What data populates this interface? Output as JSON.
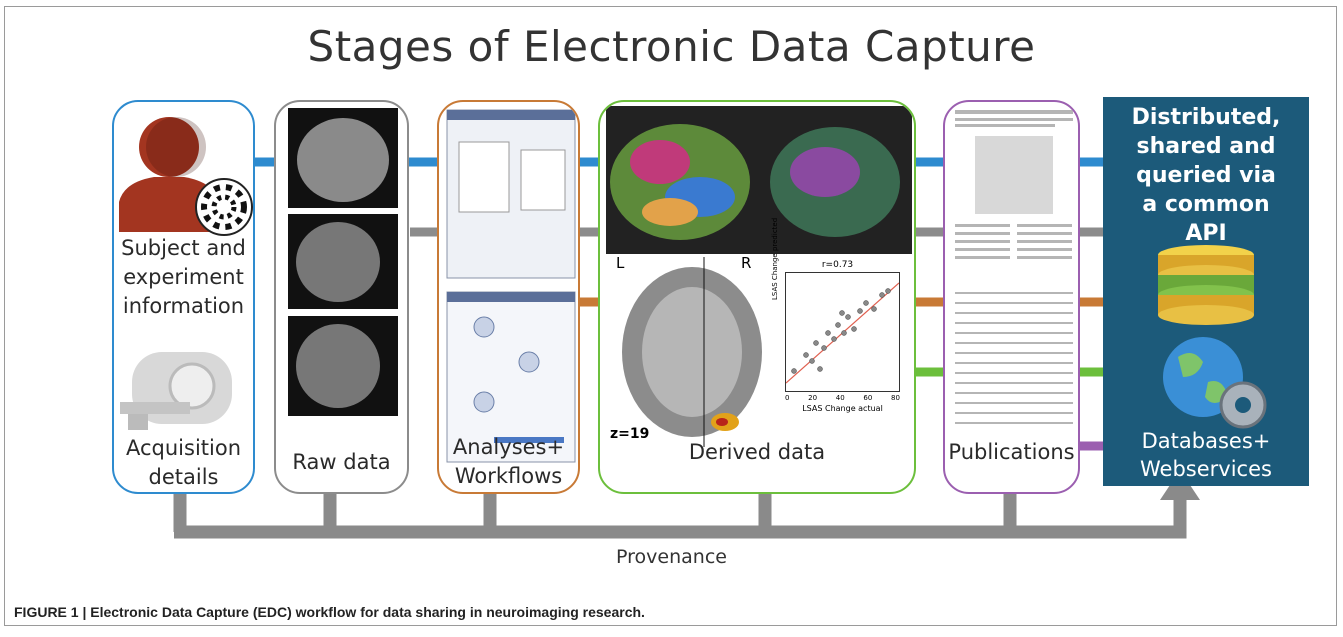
{
  "title": "Stages of Electronic Data Capture",
  "caption": "FIGURE 1 | Electronic Data Capture (EDC) workflow for data sharing in neuroimaging research.",
  "colors": {
    "blue": "#2e8bcf",
    "gray": "#8c8c8c",
    "orange": "#c87a36",
    "green": "#6cbf3c",
    "purple": "#9b5fb0",
    "dark": "#1c5a7a",
    "arrow": "#8a8a8a"
  },
  "panels": {
    "subject": {
      "top_label": "Subject and\nexperiment\ninformation",
      "bottom_label": "Acquisition\ndetails"
    },
    "raw": {
      "label": "Raw data"
    },
    "analyses": {
      "label": "Analyses+\nWorkflows"
    },
    "derived": {
      "label": "Derived data",
      "left_mark": "L",
      "right_mark": "R",
      "slice": "z=19",
      "scatter": {
        "title": "r=0.73",
        "xlabel": "LSAS Change actual",
        "ylabel": "LSAS Change predicted",
        "xticks": [
          "0",
          "20",
          "40",
          "60",
          "80"
        ]
      }
    },
    "publications": {
      "label": "Publications"
    },
    "databases": {
      "header": "Distributed,\nshared and\nqueried via\na common\nAPI",
      "footer": "Databases+\nWebservices"
    }
  },
  "provenance": "Provenance",
  "icons": [
    "person-silhouette-icon",
    "checkerboard-icon",
    "mri-scanner-icon",
    "database-icon",
    "globe-icon",
    "gear-icon"
  ]
}
